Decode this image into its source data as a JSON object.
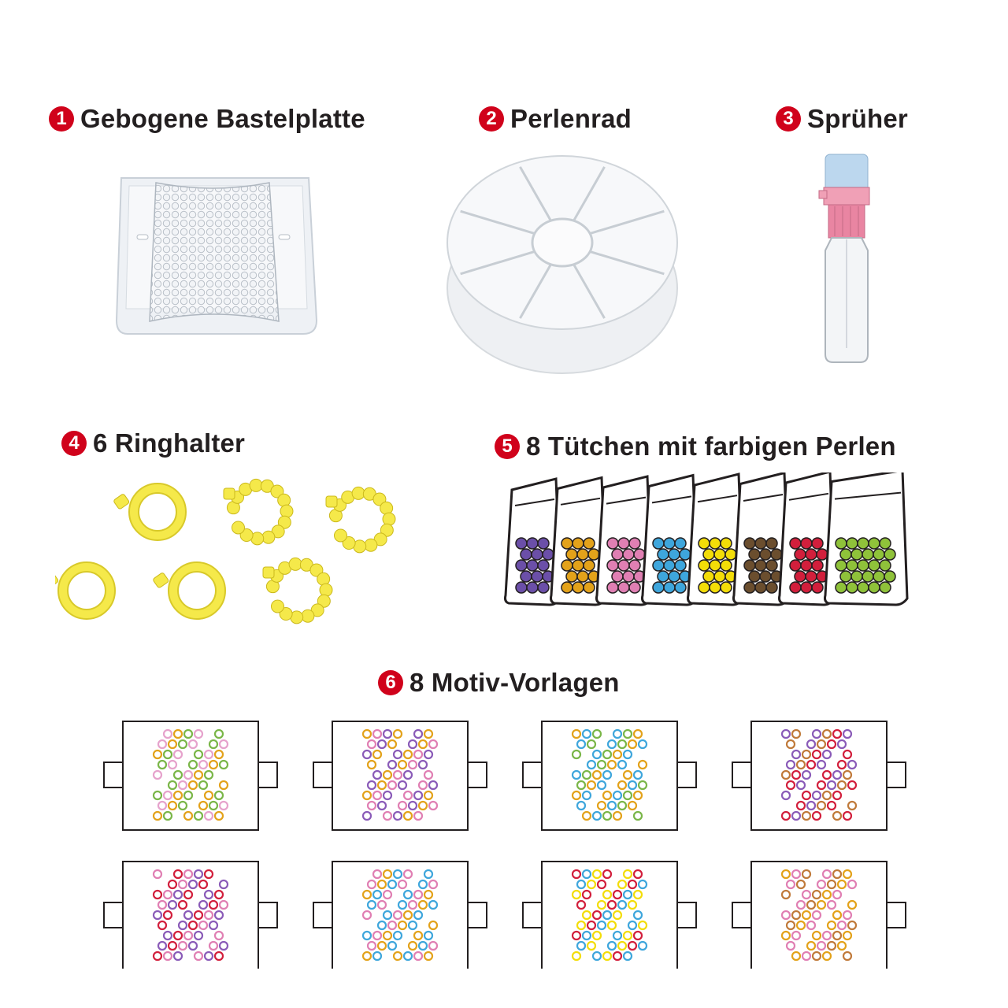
{
  "items": [
    {
      "number": "1",
      "label": "Gebogene Bastelplatte"
    },
    {
      "number": "2",
      "label": "Perlenrad"
    },
    {
      "number": "3",
      "label": "Sprüher"
    },
    {
      "number": "4",
      "label": "6 Ringhalter"
    },
    {
      "number": "5",
      "label": "8 Tütchen mit farbigen Perlen"
    },
    {
      "number": "6",
      "label": "8 Motiv-Vorlagen"
    }
  ],
  "bead_bag_colors": [
    "#6b4fa8",
    "#e3a21a",
    "#e07fb3",
    "#3ea6dc",
    "#f3dd08",
    "#6b4e2e",
    "#d21f3c",
    "#8fc23a"
  ],
  "ring_color": "#f5e94a",
  "accent_color": "#d0021b",
  "template_count": 8
}
